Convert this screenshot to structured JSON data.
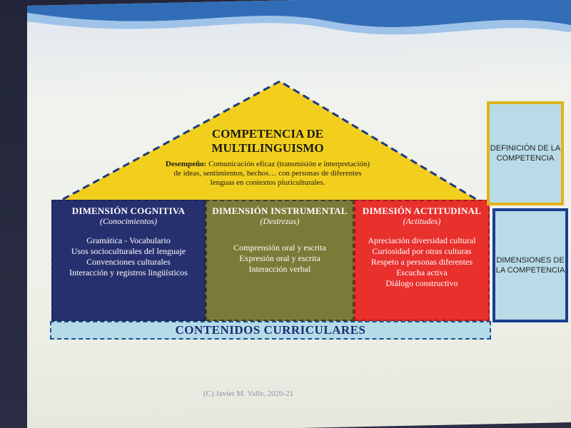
{
  "roof": {
    "title_line1": "COMPETENCIA DE",
    "title_line2": "MULTILINGUISMO",
    "desc_label": "Desempeño:",
    "desc_text": "Comunicación eficaz (transmisión e interpretación) de ideas, sentimientos, hechos… con personas de diferentes lenguas en contextos pluriculturales.",
    "color": "#f2cf1c"
  },
  "columns": [
    {
      "title": "DIMENSIÓN COGNITIVA",
      "subtitle": "(Conocimientos)",
      "items": [
        "Gramática - Vocabulario",
        "Usos socioculturales del lenguaje",
        "Convenciones culturales",
        "Interacción y registros lingüísticos"
      ],
      "color": "#27306f"
    },
    {
      "title": "DIMENSIÓN INSTRUMENTAL",
      "subtitle": "(Destrezas)",
      "items": [
        "Comprensión oral y escrita",
        "Expresión oral y escrita",
        "Interacción verbal"
      ],
      "color": "#7b7a38"
    },
    {
      "title": "DIMESIÓN ACTITUDINAL",
      "subtitle": "(Actitudes)",
      "items": [
        "Apreciación diversidad cultural",
        "Curiosidad por otras culturas",
        "Respeto a personas diferentes",
        "Escucha activa",
        "Diálogo constructivo"
      ],
      "color": "#e8302c"
    }
  ],
  "base": {
    "label": "CONTENIDOS CURRICULARES"
  },
  "side": {
    "definition": "DEFINICIÓN DE LA COMPETENCIA",
    "dimensions": "DIMENSIONES DE LA COMPETENCIA"
  },
  "footer": {
    "copyright": "(C) Javier M. Valle, 2020-21"
  }
}
